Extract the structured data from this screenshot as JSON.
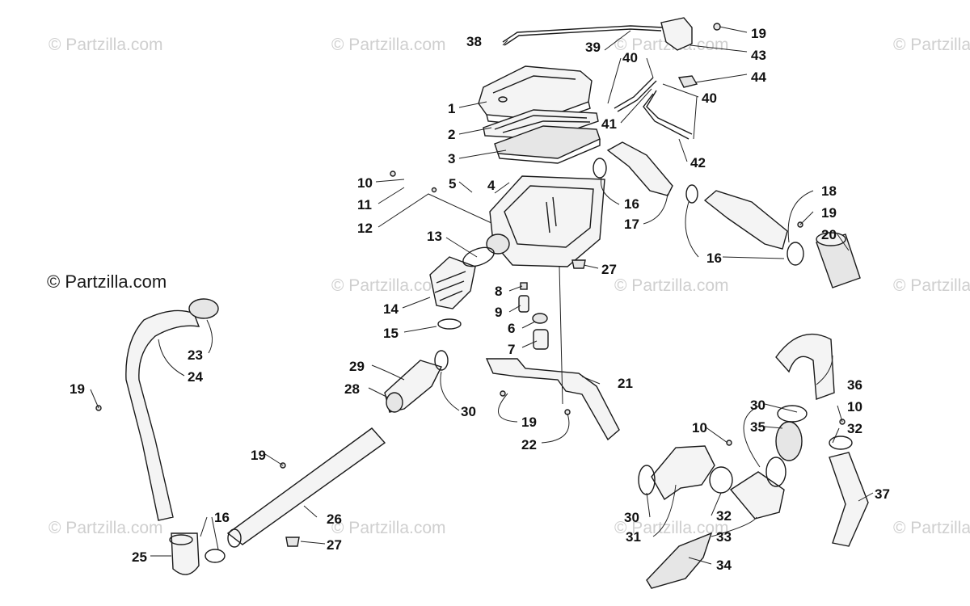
{
  "watermark": {
    "text": "© Partzilla.com"
  },
  "callouts": {
    "c1": "1",
    "c2": "2",
    "c3": "3",
    "c4": "4",
    "c5": "5",
    "c6": "6",
    "c7": "7",
    "c8": "8",
    "c9": "9",
    "c10a": "10",
    "c10b": "10",
    "c10c": "10",
    "c11": "11",
    "c12": "12",
    "c13": "13",
    "c14": "14",
    "c15": "15",
    "c16a": "16",
    "c16b": "16",
    "c16c": "16",
    "c17": "17",
    "c18": "18",
    "c19a": "19",
    "c19b": "19",
    "c19c": "19",
    "c19d": "19",
    "c19e": "19",
    "c20": "20",
    "c21": "21",
    "c22": "22",
    "c23": "23",
    "c24": "24",
    "c25": "25",
    "c26": "26",
    "c27a": "27",
    "c27b": "27",
    "c28": "28",
    "c29": "29",
    "c30a": "30",
    "c30b": "30",
    "c30c": "30",
    "c31": "31",
    "c32a": "32",
    "c32b": "32",
    "c33": "33",
    "c34": "34",
    "c35": "35",
    "c36": "36",
    "c37": "37",
    "c38": "38",
    "c39": "39",
    "c40a": "40",
    "c40b": "40",
    "c41": "41",
    "c42": "42",
    "c43": "43",
    "c44": "44"
  }
}
